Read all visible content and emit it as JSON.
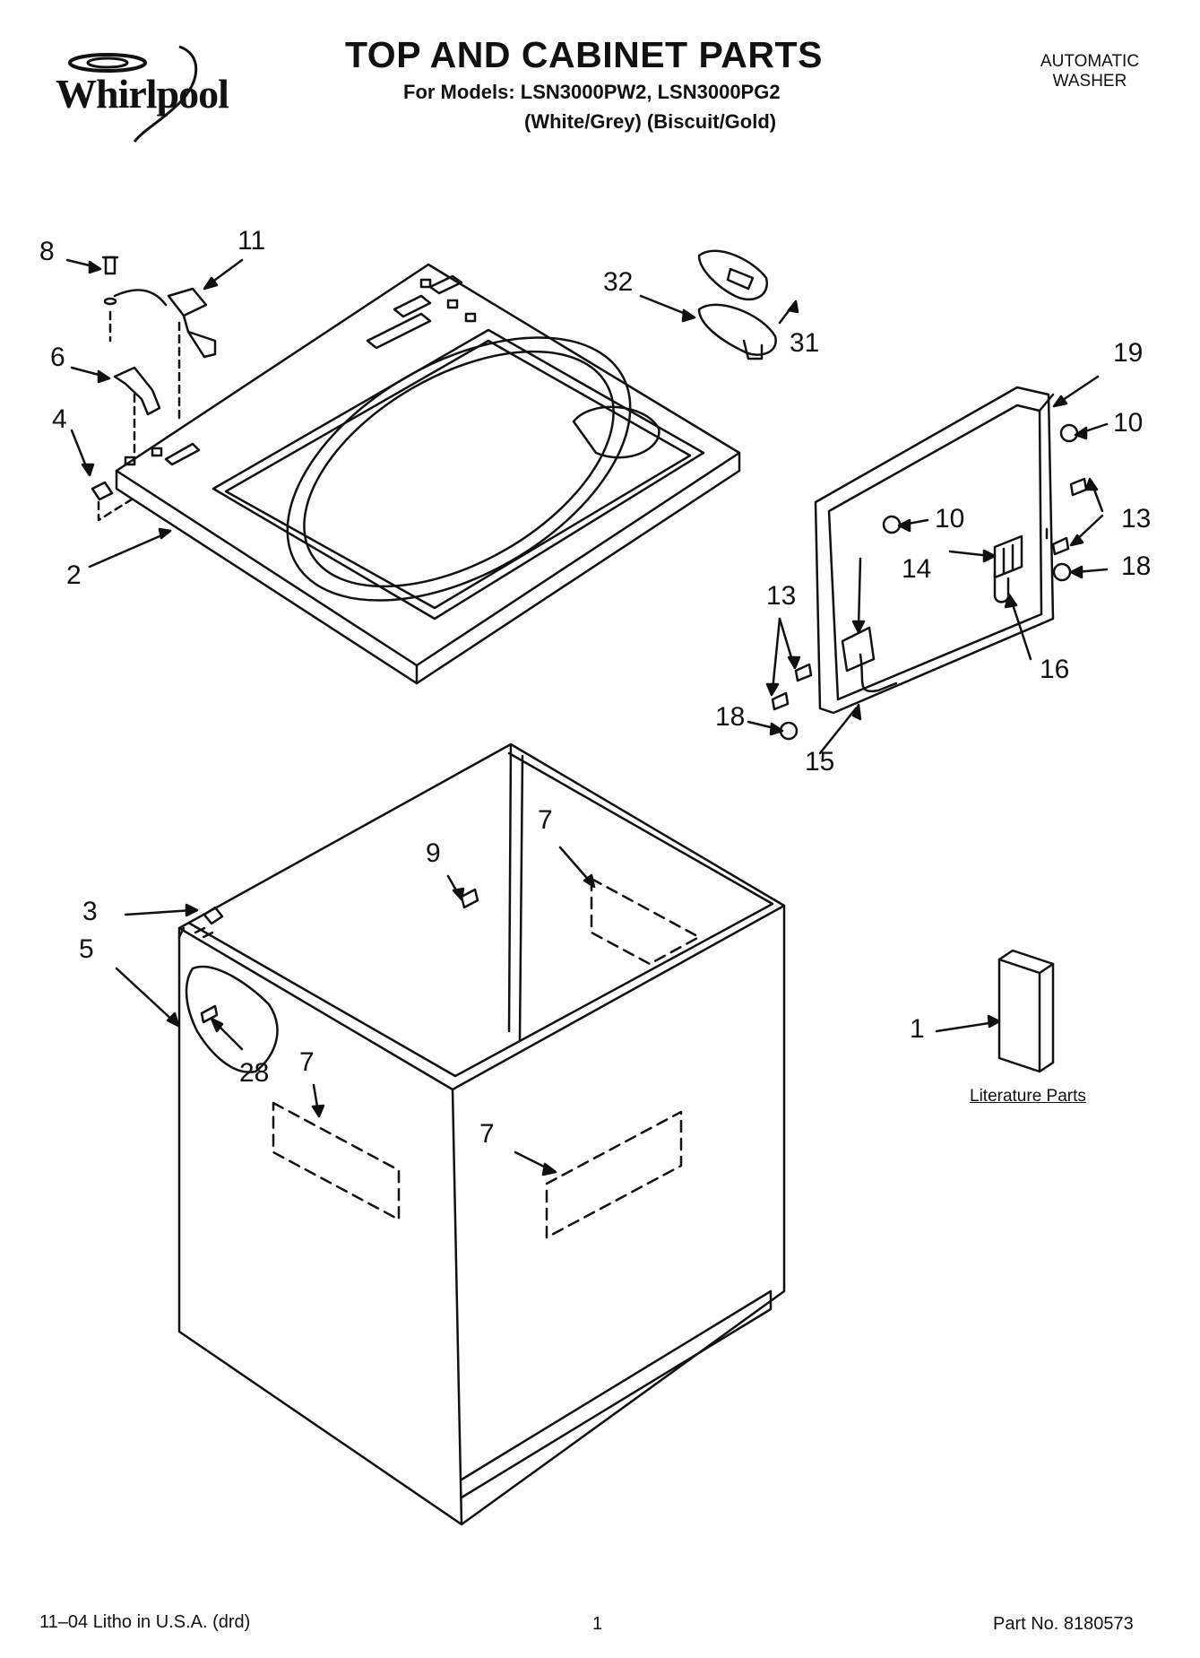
{
  "header": {
    "brand": "Whirlpool",
    "title": "TOP AND CABINET PARTS",
    "subtitle": "For Models: LSN3000PW2, LSN3000PG2",
    "colors": "(White/Grey)  (Biscuit/Gold)",
    "product_line1": "AUTOMATIC",
    "product_line2": "WASHER"
  },
  "callouts": {
    "c8": "8",
    "c11": "11",
    "c6": "6",
    "c4": "4",
    "c2": "2",
    "c32": "32",
    "c31": "31",
    "c19": "19",
    "c10a": "10",
    "c10b": "10",
    "c13a": "13",
    "c13b": "13",
    "c14": "14",
    "c18a": "18",
    "c18b": "18",
    "c16": "16",
    "c15": "15",
    "c9": "9",
    "c7a": "7",
    "c7b": "7",
    "c7c": "7",
    "c3": "3",
    "c5": "5",
    "c28": "28",
    "c1": "1"
  },
  "literature_label": "Literature Parts",
  "footer": {
    "left": "11–04 Litho in U.S.A. (drd)",
    "page": "1",
    "part_no": "Part No. 8180573"
  }
}
